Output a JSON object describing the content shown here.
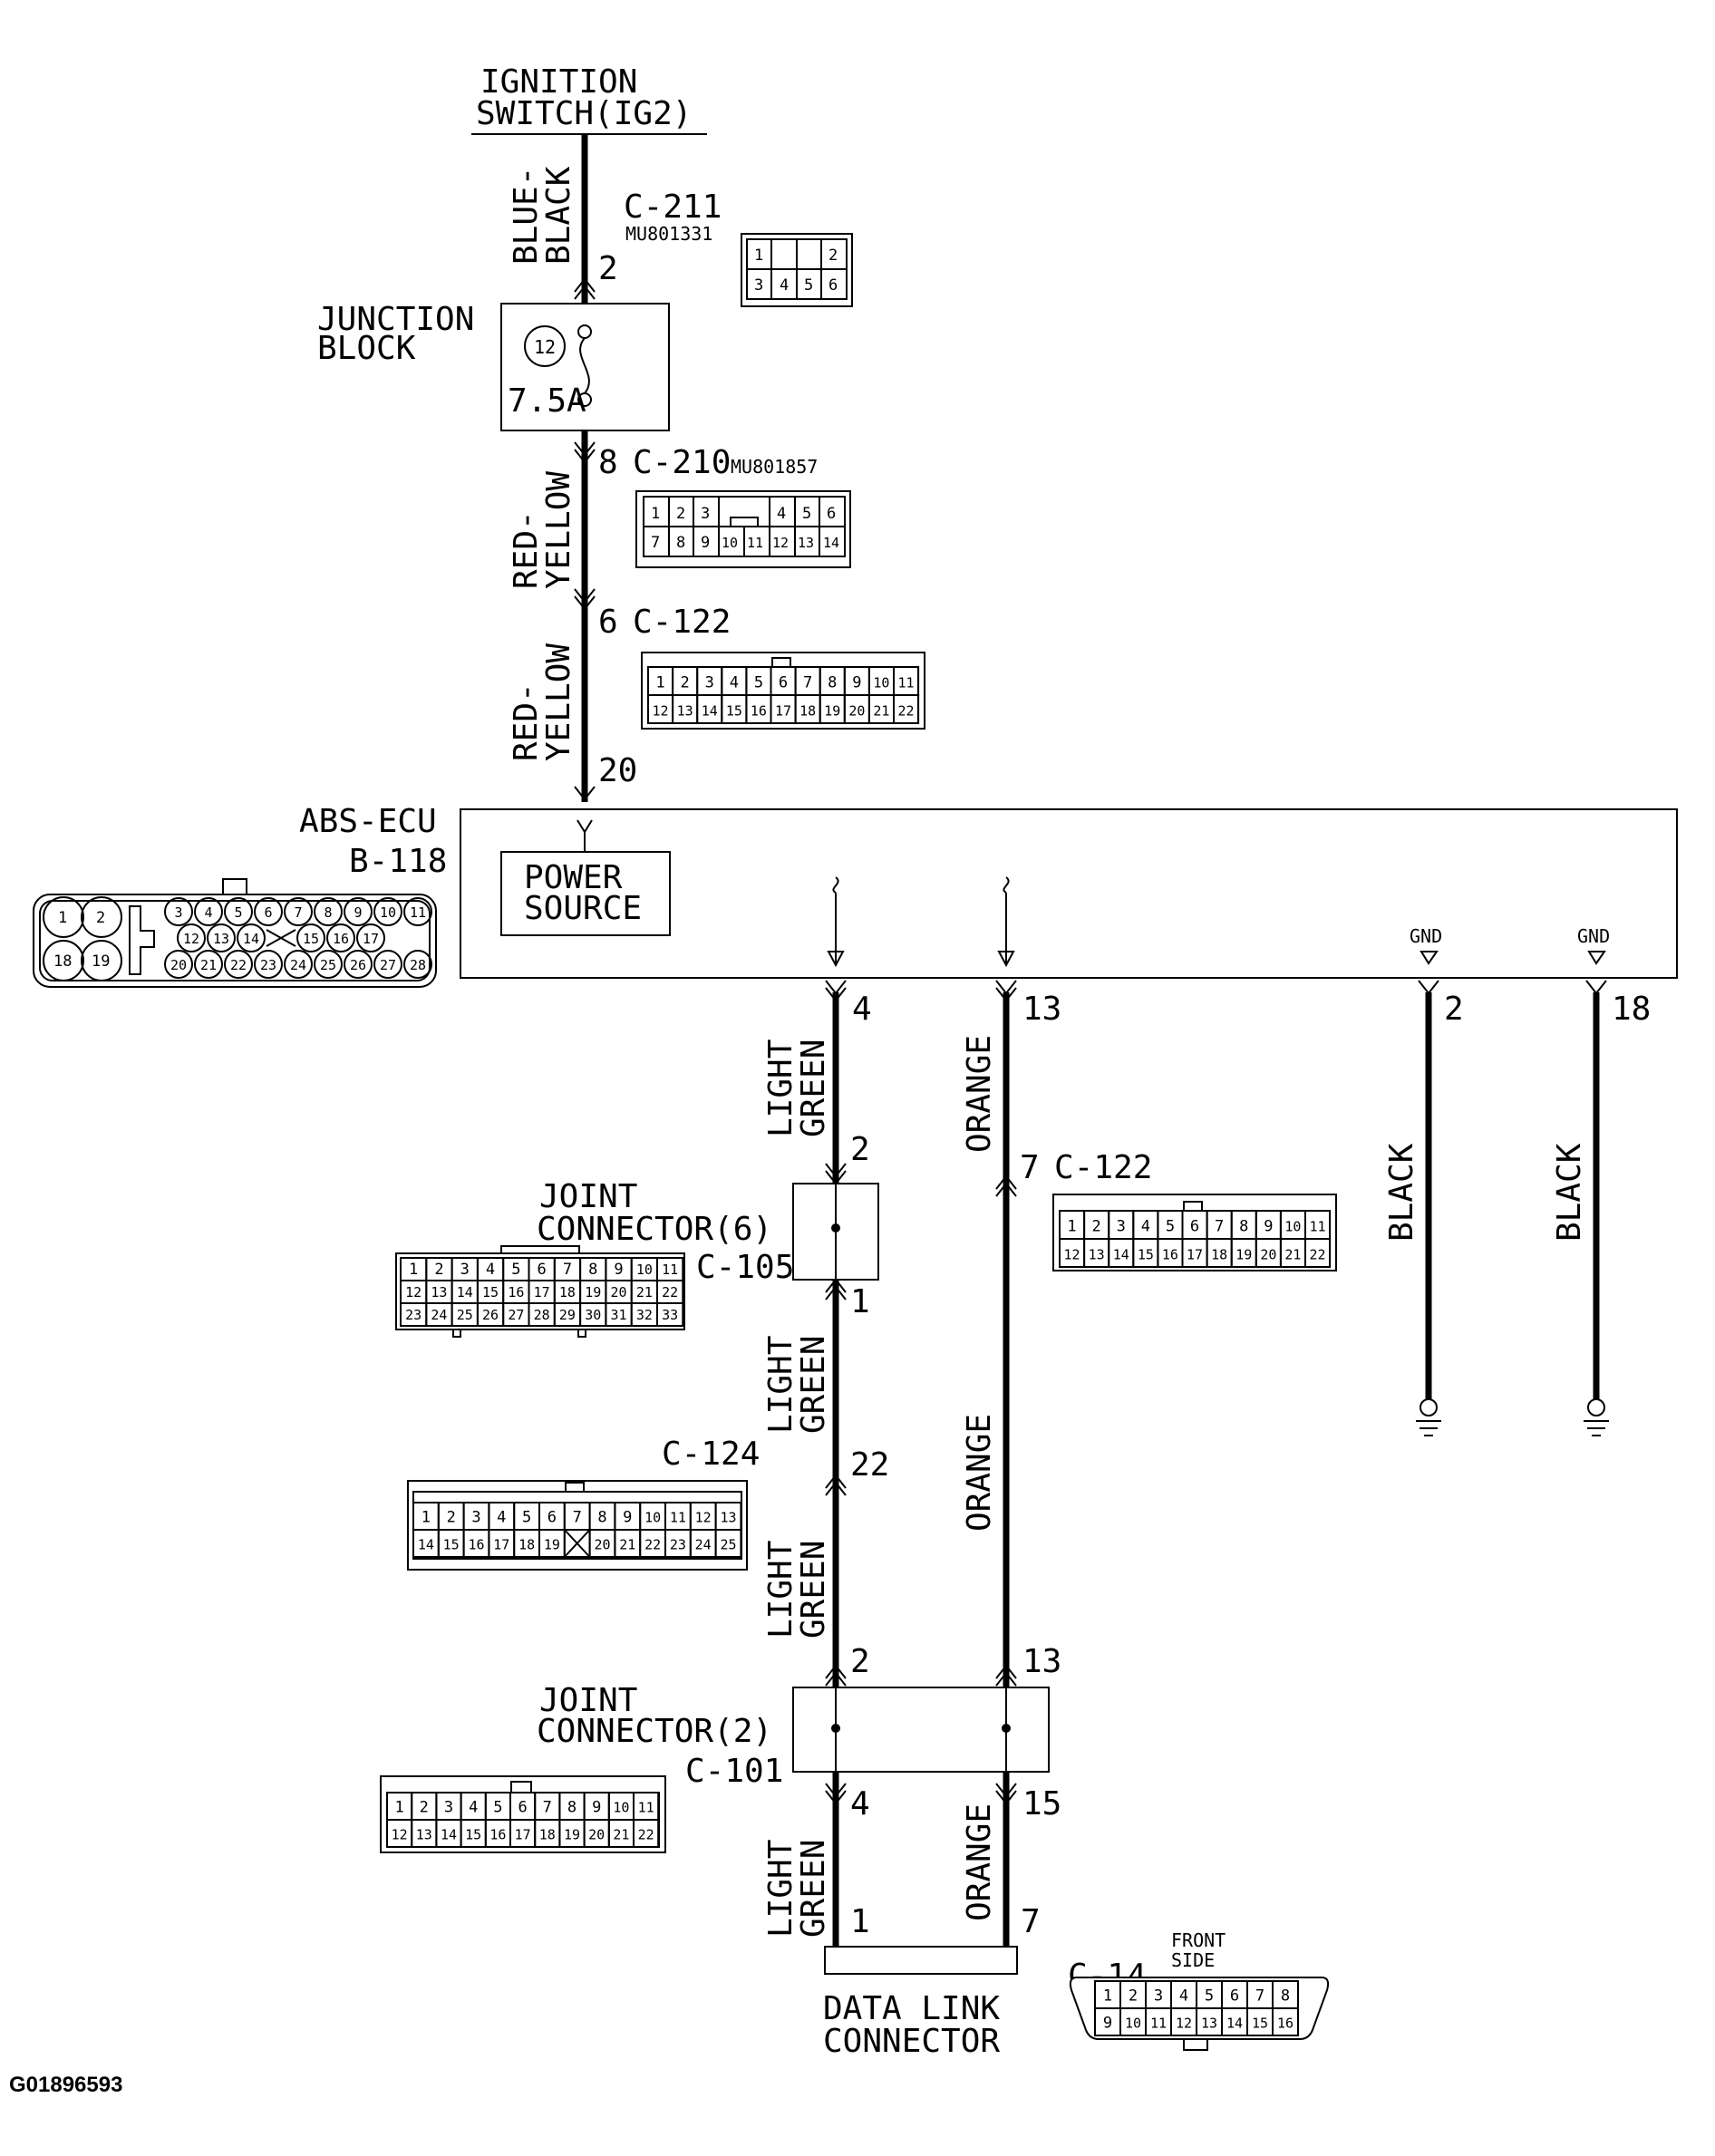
{
  "ignition_switch": {
    "line1": "IGNITION",
    "line2": "SWITCH(IG2)"
  },
  "wire_colors": {
    "blue_black": [
      "BLUE-",
      "BLACK"
    ],
    "red_yellow": [
      "RED-",
      "YELLOW"
    ],
    "light_green": [
      "LIGHT",
      "GREEN"
    ],
    "orange": "ORANGE",
    "black": "BLACK"
  },
  "connectors": {
    "c211": {
      "name": "C-211",
      "part": "MU801331",
      "pins_top": [
        "1",
        "2"
      ],
      "pins_bottom": [
        "3",
        "4",
        "5",
        "6"
      ]
    },
    "c210": {
      "name": "C-210",
      "part": "MU801857",
      "pins_top": [
        "1",
        "2",
        "3",
        "4",
        "5",
        "6"
      ],
      "pins_bottom": [
        "7",
        "8",
        "9",
        "10",
        "11",
        "12",
        "13",
        "14"
      ]
    },
    "c122": {
      "name": "C-122",
      "rows": [
        [
          "1",
          "2",
          "3",
          "4",
          "5",
          "6",
          "7",
          "8",
          "9",
          "10",
          "11"
        ],
        [
          "12",
          "13",
          "14",
          "15",
          "16",
          "17",
          "18",
          "19",
          "20",
          "21",
          "22"
        ]
      ]
    },
    "c105": {
      "name": "C-105",
      "rows": [
        [
          "1",
          "2",
          "3",
          "4",
          "5",
          "6",
          "7",
          "8",
          "9",
          "10",
          "11"
        ],
        [
          "12",
          "13",
          "14",
          "15",
          "16",
          "17",
          "18",
          "19",
          "20",
          "21",
          "22"
        ],
        [
          "23",
          "24",
          "25",
          "26",
          "27",
          "28",
          "29",
          "30",
          "31",
          "32",
          "33"
        ]
      ]
    },
    "c124": {
      "name": "C-124",
      "rows": [
        [
          "1",
          "2",
          "3",
          "4",
          "5",
          "6",
          "7",
          "8",
          "9",
          "10",
          "11",
          "12",
          "13"
        ],
        [
          "14",
          "15",
          "16",
          "17",
          "18",
          "19",
          "",
          "20",
          "21",
          "22",
          "23",
          "24",
          "25"
        ]
      ]
    },
    "c101": {
      "name": "C-101",
      "rows": [
        [
          "1",
          "2",
          "3",
          "4",
          "5",
          "6",
          "7",
          "8",
          "9",
          "10",
          "11"
        ],
        [
          "12",
          "13",
          "14",
          "15",
          "16",
          "17",
          "18",
          "19",
          "20",
          "21",
          "22"
        ]
      ]
    },
    "c14": {
      "name": "C-14",
      "side": [
        "FRONT",
        "SIDE"
      ],
      "rows": [
        [
          "1",
          "2",
          "3",
          "4",
          "5",
          "6",
          "7",
          "8"
        ],
        [
          "9",
          "10",
          "11",
          "12",
          "13",
          "14",
          "15",
          "16"
        ]
      ]
    },
    "b118": {
      "large": [
        "1",
        "2",
        "18",
        "19"
      ],
      "row1": [
        "3",
        "4",
        "5",
        "6",
        "7",
        "8",
        "9",
        "10",
        "11"
      ],
      "row2": [
        "12",
        "13",
        "14",
        "",
        "15",
        "16",
        "17"
      ],
      "row3": [
        "20",
        "21",
        "22",
        "23",
        "24",
        "25",
        "26",
        "27",
        "28"
      ]
    }
  },
  "junction_block": {
    "label": [
      "JUNCTION",
      "BLOCK"
    ],
    "fuse_number": "12",
    "fuse_rating": "7.5A"
  },
  "abs_ecu": {
    "name": "ABS-ECU",
    "connector": "B-118",
    "power_source": [
      "POWER",
      "SOURCE"
    ],
    "gnd": "GND"
  },
  "joint_connector_6": [
    "JOINT",
    "CONNECTOR(6)"
  ],
  "joint_connector_2": [
    "JOINT",
    "CONNECTOR(2)"
  ],
  "data_link_connector": [
    "DATA LINK",
    "CONNECTOR"
  ],
  "pin_numbers": {
    "c211_out": "2",
    "c210_in": "8",
    "c122_a": "6",
    "ecu_in": "20",
    "ecu_lg": "4",
    "ecu_or": "13",
    "ecu_gnd1": "2",
    "ecu_gnd2": "18",
    "jc6_in": "2",
    "jc6_out": "1",
    "c122_b": "7",
    "c124_pin": "22",
    "jc2_lg_in": "2",
    "jc2_or_in": "13",
    "jc2_lg_out": "4",
    "jc2_or_out": "15",
    "dlc_lg": "1",
    "dlc_or": "7"
  },
  "figure_id": "G01896593"
}
